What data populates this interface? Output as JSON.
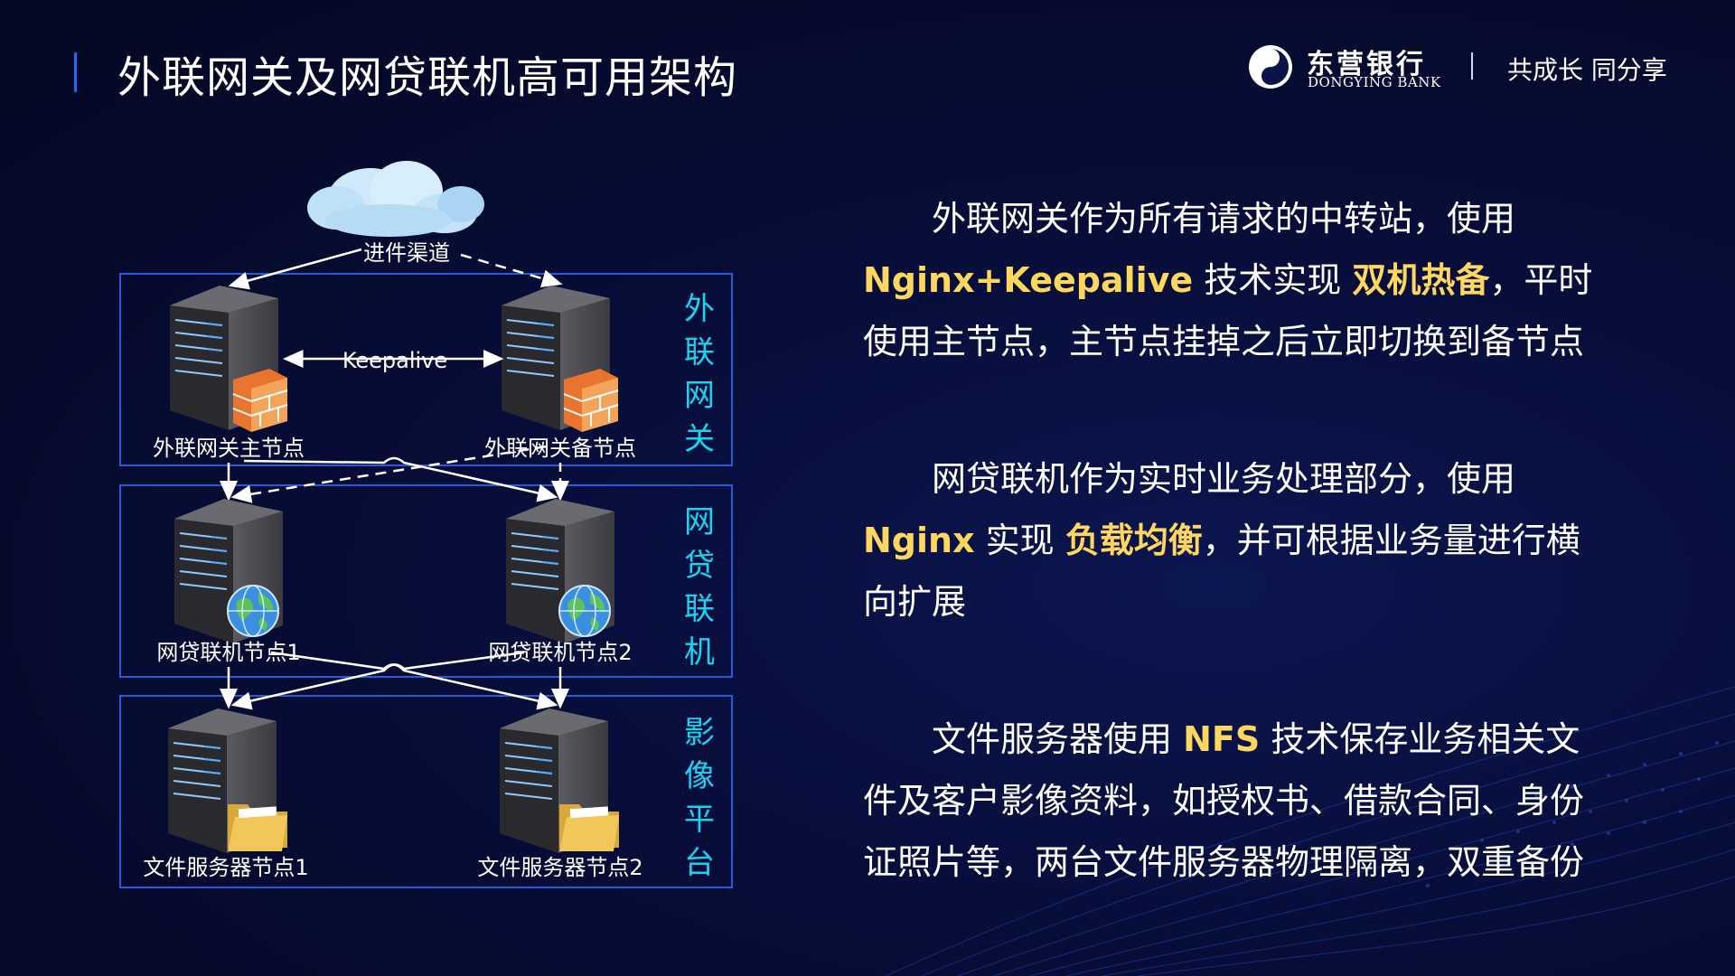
{
  "title": "外联网关及网贷联机高可用架构",
  "logo": {
    "cn": "东营银行",
    "en": "DONGYING BANK"
  },
  "slogan": "共成长 同分享",
  "diagram": {
    "cloud_label": "进件渠道",
    "keepalive_label": "Keepalive",
    "layers": [
      {
        "label_chars": [
          "外",
          "联",
          "网",
          "关"
        ],
        "nodes": [
          "外联网关主节点",
          "外联网关备节点"
        ],
        "icon": "firewall-icon"
      },
      {
        "label_chars": [
          "网",
          "贷",
          "联",
          "机"
        ],
        "nodes": [
          "网贷联机节点1",
          "网贷联机节点2"
        ],
        "icon": "globe-icon"
      },
      {
        "label_chars": [
          "影",
          "像",
          "平",
          "台"
        ],
        "nodes": [
          "文件服务器节点1",
          "文件服务器节点2"
        ],
        "icon": "folder-icon"
      }
    ]
  },
  "paragraphs": {
    "p1": {
      "t1": "外联网关作为所有请求的中转站，使用",
      "hl1": "Nginx+Keepalive",
      "t2": " 技术实现 ",
      "hl2": "双机热备",
      "t3": "，平时使用主节点，主节点挂掉之后立即切换到备节点"
    },
    "p2": {
      "t1": "网贷联机作为实时业务处理部分，使用",
      "hl1": "Nginx",
      "t2": " 实现 ",
      "hl2": "负载均衡",
      "t3": "，并可根据业务量进行横向扩展"
    },
    "p3": {
      "t1": "文件服务器使用 ",
      "hl1": "NFS",
      "t2": " 技术保存业务相关文件及客户影像资料，如授权书、借款合同、身份证照片等，两台文件服务器物理隔离，双重备份"
    }
  },
  "colors": {
    "accent_cyan": "#19d4f0",
    "highlight_yellow": "#ffd75e",
    "box_border": "#2a5bd7",
    "title_bar": "#1e6cff"
  }
}
